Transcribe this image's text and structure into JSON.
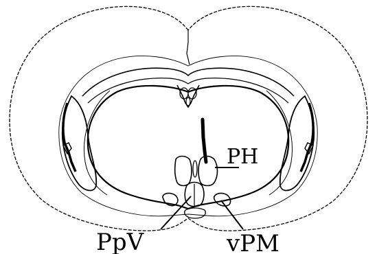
{
  "labels": {
    "ph": "PH",
    "ppv": "PpV",
    "vpm": "vPM"
  },
  "colors": {
    "ink": "#000000",
    "background": "#ffffff"
  }
}
